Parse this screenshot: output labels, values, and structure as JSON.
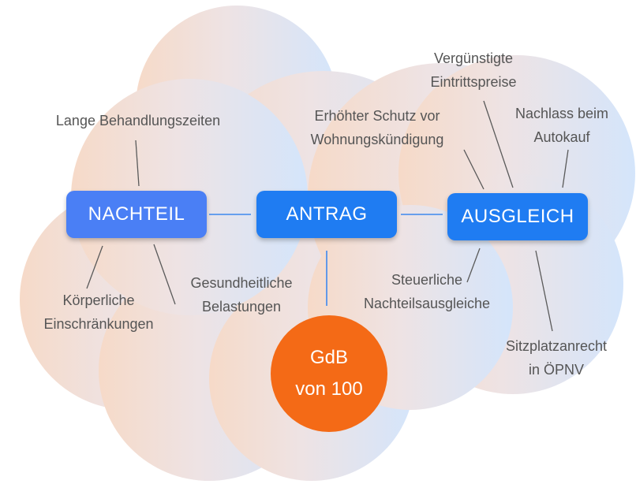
{
  "colors": {
    "box_blue": "#1f7cf2",
    "box_blue_light": "#4a7ff5",
    "circle_orange": "#f46a16",
    "text_gray": "#555555",
    "blob_peach": "#f5dccb",
    "blob_blue": "#d6e6fb"
  },
  "nodes": {
    "nachteil": "NACHTEIL",
    "antrag": "ANTRAG",
    "ausgleich": "AUSGLEICH"
  },
  "result": {
    "line1": "GdB",
    "line2": "von 100"
  },
  "labels": {
    "lange_behandlungszeiten": "Lange Behandlungszeiten",
    "koerperliche": [
      "Körperliche",
      "Einschränkungen"
    ],
    "gesundheitliche": [
      "Gesundheitliche",
      "Belastungen"
    ],
    "erhoehter_schutz": [
      "Erhöhter Schutz vor",
      "Wohnungskündigung"
    ],
    "verguenstigte": [
      "Vergünstigte",
      "Eintrittspreise"
    ],
    "nachlass": [
      "Nachlass beim",
      "Autokauf"
    ],
    "steuerliche": [
      "Steuerliche",
      "Nachteilsausgleiche"
    ],
    "sitzplatz": [
      "Sitzplatzanrecht",
      "in ÖPNV"
    ]
  }
}
